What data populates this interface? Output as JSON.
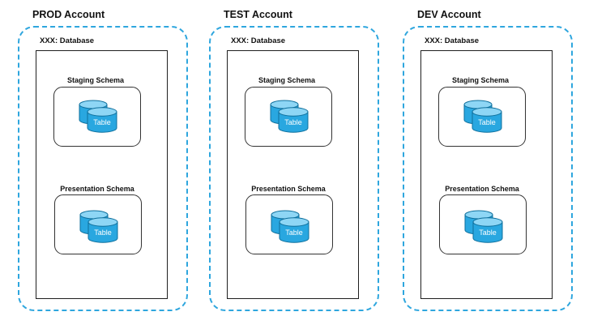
{
  "diagram": {
    "accounts": [
      {
        "name": "PROD Account",
        "database_label": "XXX:  Database",
        "schemas": [
          {
            "name": "Staging Schema",
            "table_label": "Table"
          },
          {
            "name": "Presentation Schema",
            "table_label": "Table"
          }
        ]
      },
      {
        "name": "TEST Account",
        "database_label": "XXX:  Database",
        "schemas": [
          {
            "name": "Staging Schema",
            "table_label": "Table"
          },
          {
            "name": "Presentation Schema",
            "table_label": "Table"
          }
        ]
      },
      {
        "name": "DEV Account",
        "database_label": "XXX:  Database",
        "schemas": [
          {
            "name": "Staging Schema",
            "table_label": "Table"
          },
          {
            "name": "Presentation Schema",
            "table_label": "Table"
          }
        ]
      }
    ],
    "colors": {
      "account_border": "#2ea6de",
      "database_border": "#1f1f1f",
      "cylinder_fill": "#29a7e0",
      "cylinder_top": "#8ed6f5",
      "cylinder_stroke": "#0e6f9c"
    },
    "icons": {
      "table": "database-cylinder-icon"
    }
  }
}
